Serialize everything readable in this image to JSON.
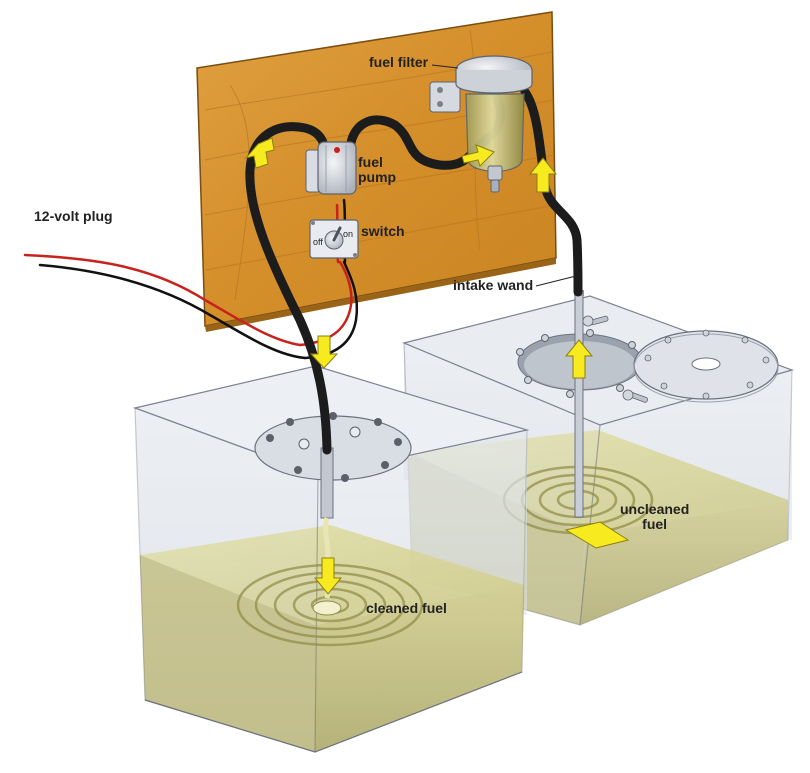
{
  "labels": {
    "plug": "12-volt plug",
    "filter": "fuel filter",
    "pump_line1": "fuel",
    "pump_line2": "pump",
    "switch": "switch",
    "switch_off": "off",
    "switch_on": "on",
    "intake": "intake wand",
    "uncleaned_line1": "uncleaned",
    "uncleaned_line2": "fuel",
    "cleaned": "cleaned fuel"
  },
  "colors": {
    "board": "#d9932e",
    "fuel": "#d8d27a",
    "hose": "#1c1c1c",
    "arrow": "#f7ea1f",
    "wire_red": "#c8221c",
    "wire_black": "#111111"
  }
}
